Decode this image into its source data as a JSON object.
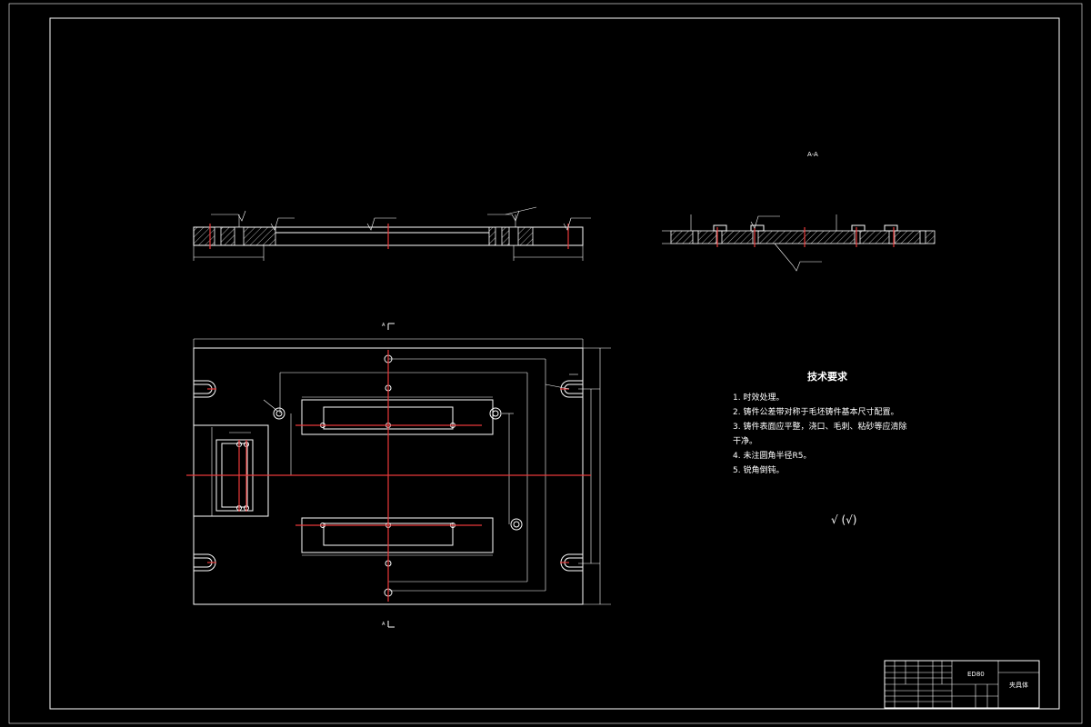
{
  "section": {
    "label": "A-A",
    "cut_mark_top": "A",
    "cut_mark_bottom": "A"
  },
  "tech_requirements": {
    "title": "技术要求",
    "items": [
      "1. 时效处理。",
      "2. 铸件公差带对称于毛坯铸件基本尺寸配置。",
      "3. 铸件表面应平整，浇口、毛刺、粘砂等应清除",
      "干净。",
      "4. 未注圆角半径R5。",
      "5. 锐角倒钝。"
    ],
    "roughness_symbol": "√ (√)"
  },
  "title_block": {
    "code": "ED80",
    "part_name": "夹具体"
  },
  "colors": {
    "background": "#000000",
    "lines": "#ffffff",
    "center_lines": "#e8383a"
  }
}
